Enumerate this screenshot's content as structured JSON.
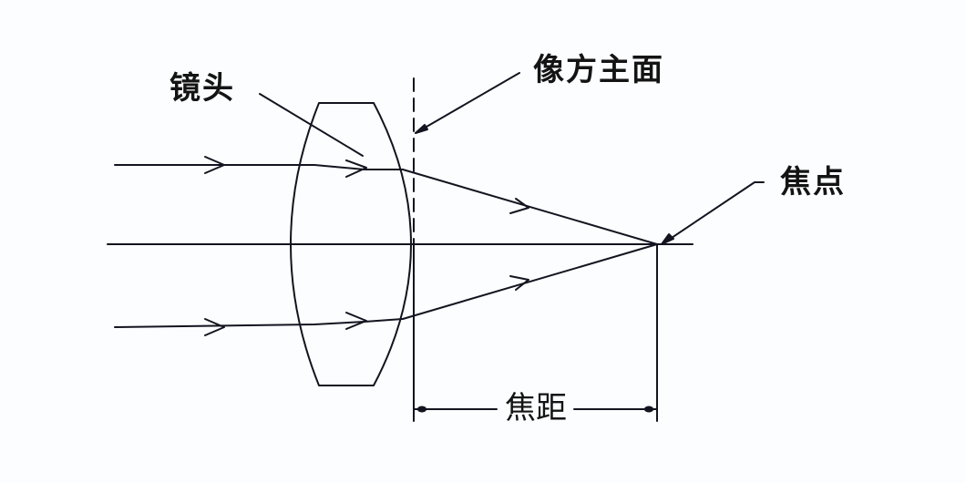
{
  "diagram": {
    "title": "Lens focal length diagram",
    "labels": {
      "lens": "镜头",
      "image_principal_plane": "像方主面",
      "focal_point": "焦点",
      "focal_length": "焦距"
    },
    "elements": {
      "optical_axis": "horizontal line through lens center to focal point",
      "lens": "biconvex lens with flat top and bottom edges",
      "principal_plane": "dashed vertical line at right side of lens",
      "incoming_rays": 2,
      "refracted_rays": 2,
      "dimension": "focal length measured from principal plane to focal point"
    },
    "colors": {
      "line": "#141420",
      "background": "#fcfdfe"
    }
  }
}
